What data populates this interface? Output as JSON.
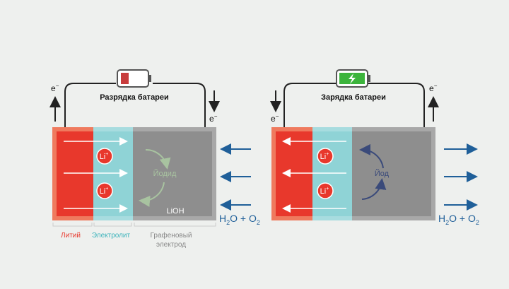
{
  "electron": "e",
  "discharge": {
    "title": "Разрядка батареи",
    "ion": "Li",
    "ion_charge": "+",
    "reaction": "Йодид",
    "product": "LiOH",
    "gas": {
      "part1": "H",
      "sub1": "2",
      "part2": "O + O",
      "sub2": "2"
    }
  },
  "charge": {
    "title": "Зарядка батареи",
    "ion": "Li",
    "ion_charge": "+",
    "reaction": "Йод",
    "gas": {
      "part1": "H",
      "sub1": "2",
      "part2": "O + O",
      "sub2": "2"
    }
  },
  "legend": {
    "lithium": "Литий",
    "electrolyte": "Электролит",
    "electrode_line1": "Графеновый",
    "electrode_line2": "электрод"
  },
  "colors": {
    "lithium": "#e8382c",
    "lithium_edge": "#ef7a5e",
    "electrolyte": "#8fd3d6",
    "electrode": "#8e8e8e",
    "electrode_edge": "#a8a8a8",
    "arrow_blue": "#1f5f99",
    "charge_green": "#3cb43c",
    "battery_red": "#c83c3c"
  }
}
